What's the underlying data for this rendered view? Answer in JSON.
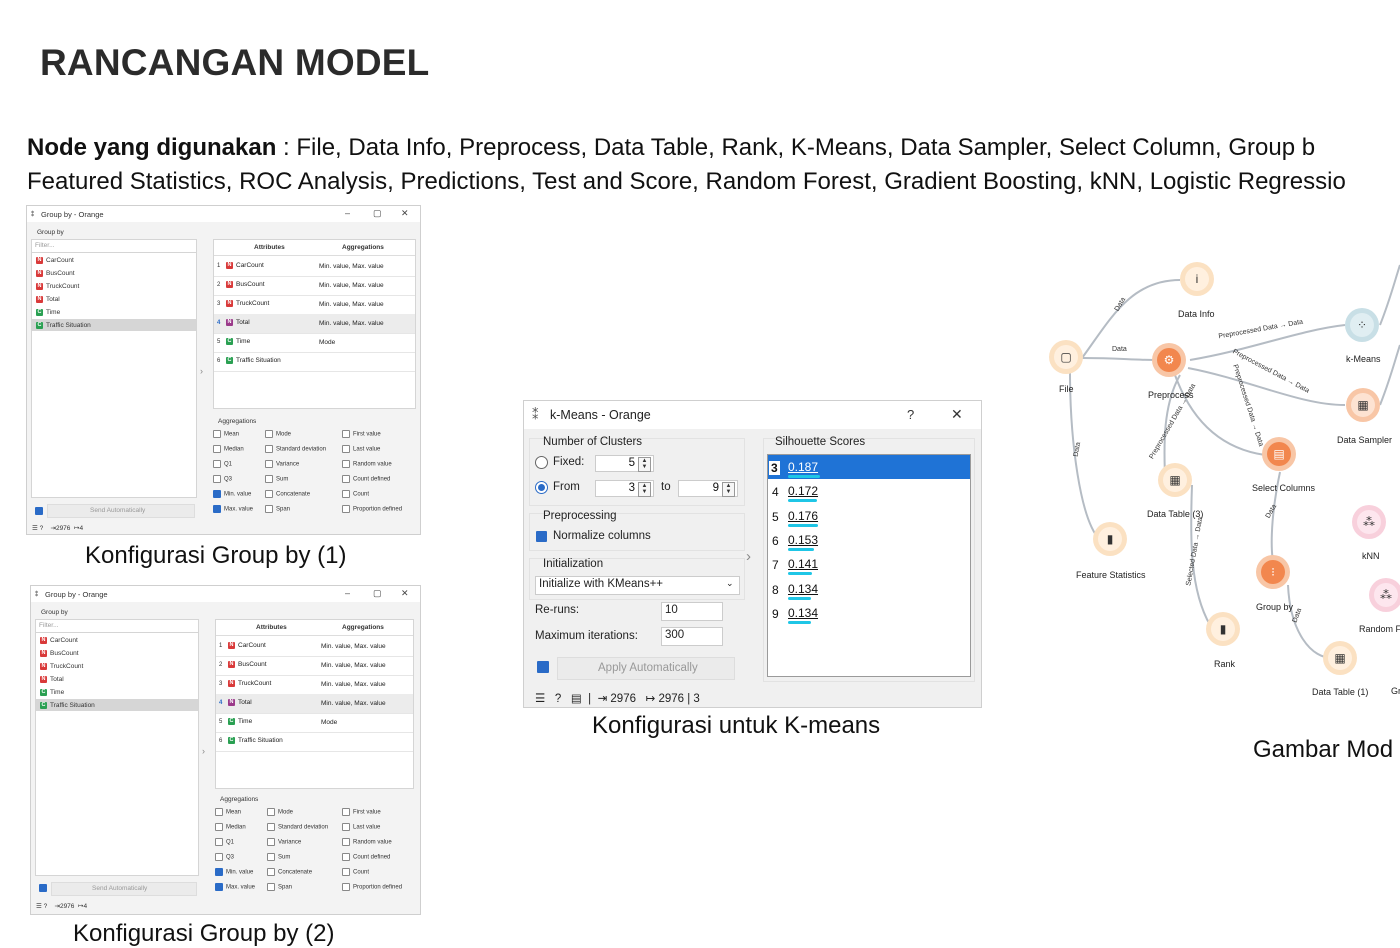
{
  "page": {
    "title": "RANCANGAN MODEL",
    "nodes_label": "Node yang digunakan",
    "nodes_line1": " : File, Data Info, Preprocess, Data Table, Rank, K-Means, Data Sampler, Select Column, Group b",
    "nodes_line2": "Featured Statistics, ROC Analysis, Predictions, Test and Score, Random Forest, Gradient Boosting, kNN, Logistic Regressio",
    "caption_group1": "Konfigurasi Group by (1)",
    "caption_kmeans": "Konfigurasi untuk K-means",
    "caption_model": "Gambar Mod",
    "caption_group2": "Konfigurasi Group by (2)"
  },
  "group_by": {
    "window_title": "Group by - Orange",
    "group_by_label": "Group by",
    "filter_placeholder": "Filter...",
    "variables": [
      {
        "type": "N",
        "name": "CarCount"
      },
      {
        "type": "N",
        "name": "BusCount"
      },
      {
        "type": "N",
        "name": "TruckCount"
      },
      {
        "type": "N",
        "name": "Total"
      },
      {
        "type": "C",
        "name": "Time"
      },
      {
        "type": "C",
        "name": "Traffic Situation"
      }
    ],
    "table_headers": [
      "Attributes",
      "Aggregations"
    ],
    "rows": [
      {
        "n": "1",
        "type": "N",
        "attr": "CarCount",
        "agg": "Min. value, Max. value"
      },
      {
        "n": "2",
        "type": "N",
        "attr": "BusCount",
        "agg": "Min. value, Max. value"
      },
      {
        "n": "3",
        "type": "N",
        "attr": "TruckCount",
        "agg": "Min. value, Max. value"
      },
      {
        "n": "4",
        "type": "N",
        "attr": "Total",
        "agg": "Min. value, Max. value"
      },
      {
        "n": "5",
        "type": "C",
        "attr": "Time",
        "agg": "Mode"
      },
      {
        "n": "6",
        "type": "C",
        "attr": "Traffic Situation",
        "agg": ""
      }
    ],
    "aggregations_label": "Aggregations",
    "aggregations": [
      {
        "label": "Mean",
        "on": false
      },
      {
        "label": "Mode",
        "on": false
      },
      {
        "label": "First value",
        "on": false
      },
      {
        "label": "Median",
        "on": false
      },
      {
        "label": "Standard deviation",
        "on": false
      },
      {
        "label": "Last value",
        "on": false
      },
      {
        "label": "Q1",
        "on": false
      },
      {
        "label": "Variance",
        "on": false
      },
      {
        "label": "Random value",
        "on": false
      },
      {
        "label": "Q3",
        "on": false
      },
      {
        "label": "Sum",
        "on": false
      },
      {
        "label": "Count defined",
        "on": false
      },
      {
        "label": "Min. value",
        "on": true
      },
      {
        "label": "Concatenate",
        "on": false
      },
      {
        "label": "Count",
        "on": false
      },
      {
        "label": "Max. value",
        "on": true
      },
      {
        "label": "Span",
        "on": false
      },
      {
        "label": "Proportion defined",
        "on": false
      }
    ],
    "send_auto": "Send Automatically",
    "status_in": "2976",
    "status_out": "4"
  },
  "kmeans": {
    "window_title": "k-Means - Orange",
    "help": "?",
    "close": "✕",
    "num_clusters_label": "Number of Clusters",
    "fixed_label": "Fixed:",
    "fixed_value": "5",
    "from_label": "From",
    "from_value": "3",
    "to_label": "to",
    "to_value": "9",
    "preprocessing_label": "Preprocessing",
    "normalize_label": "Normalize columns",
    "initialization_label": "Initialization",
    "init_value": "Initialize with KMeans++",
    "reruns_label": "Re-runs:",
    "reruns_value": "10",
    "maxiter_label": "Maximum iterations:",
    "maxiter_value": "300",
    "apply_label": "Apply Automatically",
    "silhouette_label": "Silhouette Scores",
    "scores": [
      {
        "k": "3",
        "v": "0.187",
        "score": 0.187
      },
      {
        "k": "4",
        "v": "0.172",
        "score": 0.172
      },
      {
        "k": "5",
        "v": "0.176",
        "score": 0.176
      },
      {
        "k": "6",
        "v": "0.153",
        "score": 0.153
      },
      {
        "k": "7",
        "v": "0.141",
        "score": 0.141
      },
      {
        "k": "8",
        "v": "0.134",
        "score": 0.134
      },
      {
        "k": "9",
        "v": "0.134",
        "score": 0.134
      }
    ],
    "status_in": "2976",
    "status_out": "2976 | 3"
  },
  "workflow": {
    "nodes": [
      {
        "label": "Data Info",
        "icon": "i"
      },
      {
        "label": "File",
        "icon": "▢"
      },
      {
        "label": "Preprocess",
        "icon": "⚙"
      },
      {
        "label": "k-Means",
        "icon": "⁘"
      },
      {
        "label": "Data Sampler",
        "icon": "▦"
      },
      {
        "label": "Select Columns",
        "icon": "▤"
      },
      {
        "label": "Data Table (3)",
        "icon": "▦"
      },
      {
        "label": "Feature Statistics",
        "icon": "▮"
      },
      {
        "label": "Group by",
        "icon": "⁝"
      },
      {
        "label": "Rank",
        "icon": "▮"
      },
      {
        "label": "Data Table (1)",
        "icon": "▦"
      },
      {
        "label": "kNN",
        "icon": "⁂"
      },
      {
        "label": "Random F",
        "icon": "⁂"
      },
      {
        "label": "Gr",
        "icon": ""
      }
    ],
    "edges": [
      "Data",
      "Data",
      "Data",
      "Preprocessed Data → Data",
      "Preprocessed Data → Data",
      "Preprocessed Data → Data",
      "Preprocessed Data → Data",
      "Selected Data → Data",
      "Data",
      "Data"
    ]
  }
}
